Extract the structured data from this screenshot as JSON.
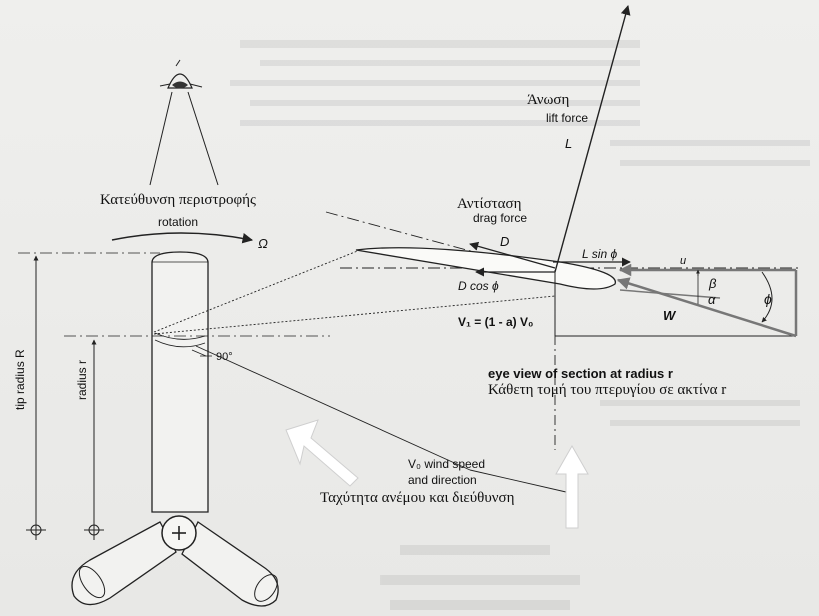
{
  "labels": {
    "lift_gr": "Άνωση",
    "lift_en": "lift force",
    "lift_sym": "L",
    "drag_gr": "Αντίσταση",
    "drag_en": "drag force",
    "drag_sym": "D",
    "rot_gr": "Κατεύθυνση περιστροφής",
    "rot_en": "rotation",
    "omega": "Ω",
    "lsin": "L sin ϕ",
    "dcos": "D cos ϕ",
    "u": "u",
    "beta": "β",
    "alpha": "α",
    "phi": "ϕ",
    "w": "W",
    "v1": "V₁ = (1 - a) V₀",
    "angle90": "90°",
    "radius_r": "radius r",
    "tip_r": "tip radius R",
    "eye_en": "eye view of section at radius r",
    "eye_gr": "Κάθετη τομή του πτερυγίου σε ακτίνα r",
    "v0": "V₀ wind speed",
    "v0b": "and direction",
    "wind_gr": "Ταχύτητα ανέμου και διεύθυνση"
  },
  "colors": {
    "ink": "#111111",
    "arrow": "#ffffff",
    "vector_grey": "#777777",
    "background": "#ececea"
  },
  "icons": [
    "eye-icon",
    "hub-plus-icon",
    "wind-arrow-icon"
  ]
}
